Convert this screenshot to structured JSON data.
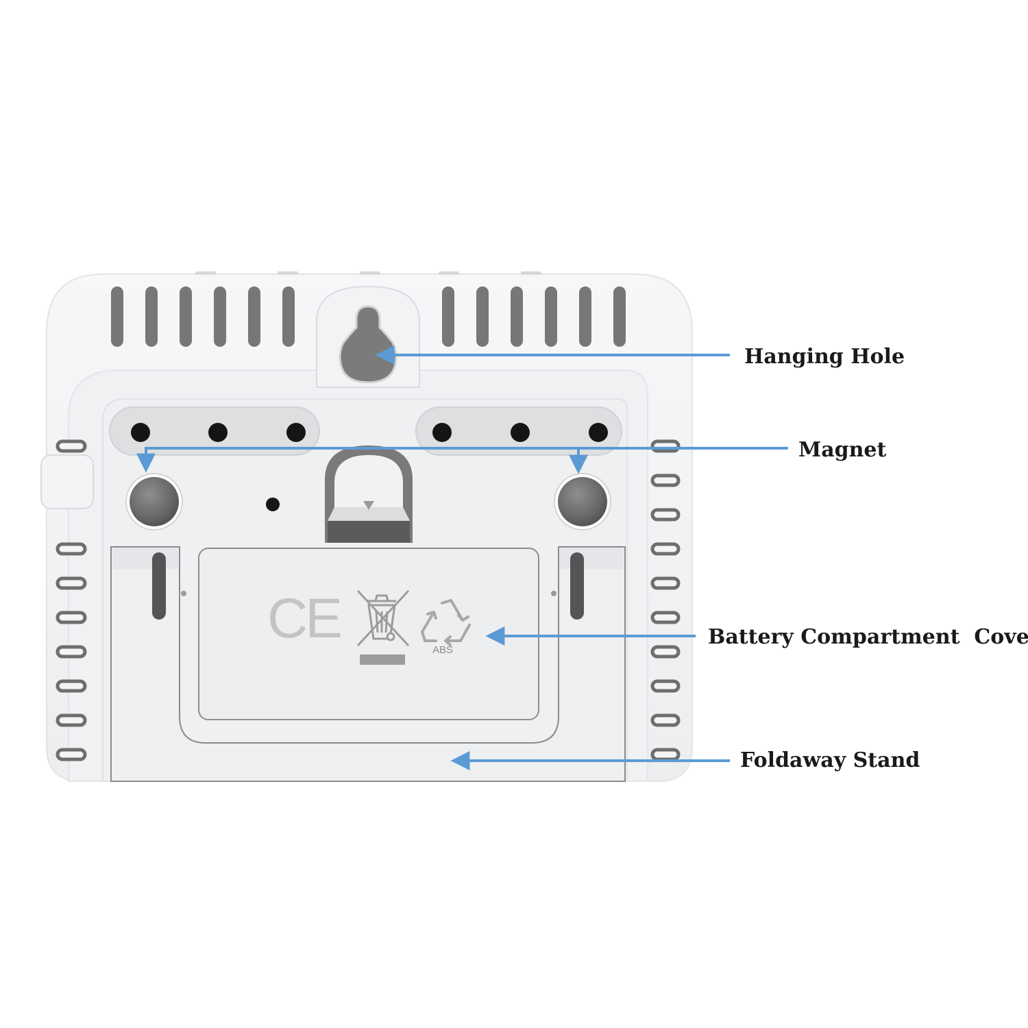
{
  "labels": {
    "hanging_hole": "Hanging Hole",
    "magnet": "Magnet",
    "battery_cover": "Battery Compartment  Cover",
    "foldaway_stand": "Foldaway Stand"
  },
  "cover_markings": {
    "ce": "CE",
    "material": "ABS"
  },
  "colors": {
    "arrow": "#5b9bd5",
    "body": "#f1f2f4",
    "magnet": "#6d6d6d",
    "dots": "#151515",
    "slots": "#777777"
  },
  "icons": [
    "ce-mark-icon",
    "weee-crossed-bin-icon",
    "recycle-icon"
  ]
}
